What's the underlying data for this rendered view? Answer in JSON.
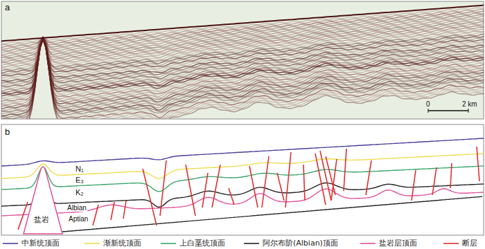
{
  "diagram": {
    "labels": [
      "a",
      "0",
      "2 km",
      "b",
      "N₁",
      "E₃",
      "K₂",
      "Albian",
      "盐岩",
      "Aptian"
    ],
    "legend": [
      {
        "text": "中新统顶面"
      },
      {
        "text": "渐新统顶面"
      },
      {
        "text": "上白垩统顶面"
      },
      {
        "text": "阿尔布阶(Albian)顶面"
      },
      {
        "text": "盐岩层顶面"
      },
      {
        "text": "断层"
      }
    ]
  }
}
